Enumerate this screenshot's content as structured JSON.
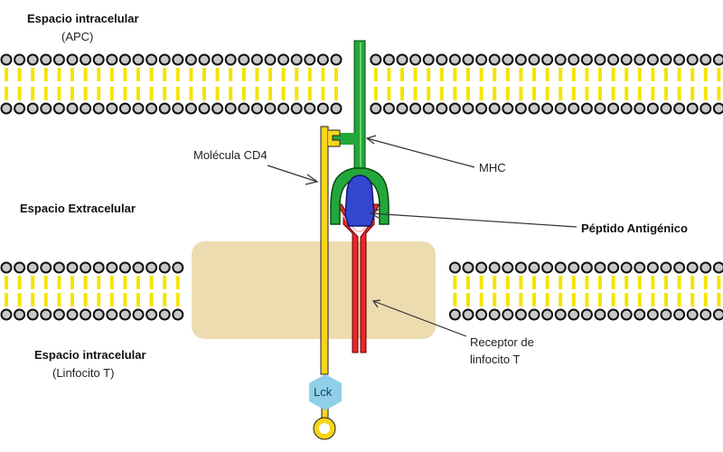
{
  "labels": {
    "apc_space": "Espacio intracelular",
    "apc_sub": "(APC)",
    "cd4": "Molécula CD4",
    "mhc": "MHC",
    "extracellular": "Espacio Extracelular",
    "peptide": "Péptido Antigénico",
    "tcell_space": "Espacio intracelular",
    "tcell_sub": "(Linfocito T)",
    "tcr_line1": "Receptor de",
    "tcr_line2": "linfocito T",
    "lck": "Lck"
  },
  "colors": {
    "lipid_head": "#c8c8c8",
    "lipid_tail": "#f5e400",
    "cd4": "#f7d51a",
    "mhc": "#22a83a",
    "peptide": "#3446d0",
    "tcr": "#e8282c",
    "lck": "#8fd0e8",
    "synapse": "#ecdcb0"
  }
}
